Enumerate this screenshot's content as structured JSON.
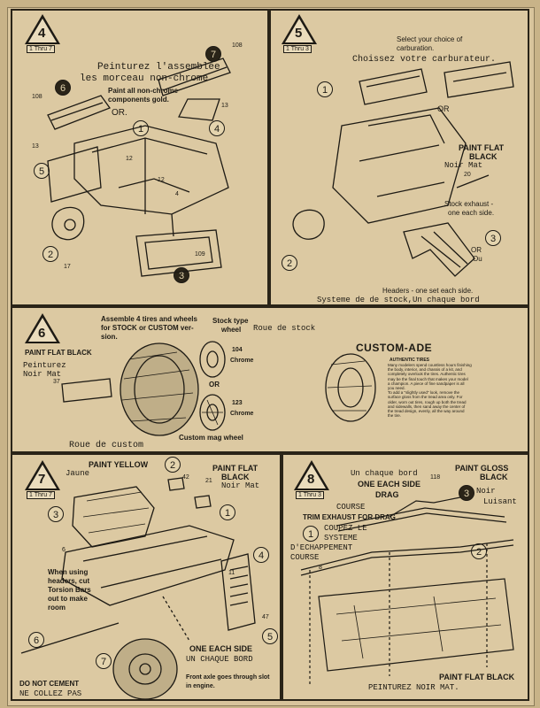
{
  "step4": {
    "num": "4",
    "range": "1 Thru 7",
    "fr1": "Peinturez l'assemblee",
    "fr2": "les morceau non-chrome",
    "en1": "Paint all non-chrome",
    "en2": "components gold.",
    "or": "OR.",
    "callouts": [
      "6",
      "7",
      "1",
      "4",
      "5",
      "2",
      "3"
    ],
    "parts": [
      "108",
      "108",
      "13",
      "13",
      "12",
      "12",
      "4",
      "17",
      "109"
    ]
  },
  "step5": {
    "num": "5",
    "range": "1 Thru 3",
    "en1": "Select your choice of",
    "en2": "carburation.",
    "fr1": "Choissez votre carburateur.",
    "or": "OR",
    "paint1": "PAINT FLAT",
    "paint2": "BLACK",
    "paint_fr": "Noir Mat",
    "part20": "20",
    "exhaust1": "Stock exhaust -",
    "exhaust2": "one each side.",
    "or2": "OR",
    "ou": "Ou",
    "headers": "Headers - one set each side.",
    "fr2": "Systeme de de stock,Un chaque bord",
    "callouts": [
      "1",
      "2",
      "3"
    ]
  },
  "step6": {
    "num": "6",
    "assemble1": "Assemble 4 tires and wheels",
    "assemble2": "for STOCK or CUSTOM ver-",
    "assemble3": "sion.",
    "paint": "PAINT FLAT BLACK",
    "fr_paint1": "Peinturez",
    "fr_paint2": "Noir Mat",
    "part37": "37",
    "stock1": "Stock type",
    "stock2": "wheel",
    "stock_fr": "Roue de stock",
    "part104": "104",
    "chrome1": "Chrome",
    "or": "OR",
    "part123": "123",
    "chrome2": "Chrome",
    "mag": "Custom mag wheel",
    "custom_fr": "Roue de custom",
    "ade_title": "CUSTOM-ADE",
    "ade_sub": "AUTHENTIC TIRES",
    "ade_body": [
      "Many modelers spend countless hours finishing",
      "the body, interior, and chassis of a kit, and",
      "completely overlook the tires. Authentic tires",
      "may be the final touch that makes your model",
      "a champion. A piece of fine sandpaper is all",
      "you need.",
      "To add a \"slightly used\" look, remove the",
      "surface gloss from the tread area only. For",
      "older, worn out tires, rough up both the tread",
      "and sidewalls, then sand away the center of",
      "the tread design, evenly, all the way around",
      "the tire."
    ]
  },
  "step7": {
    "num": "7",
    "range": "1 Thru 7",
    "paint_yellow": "PAINT YELLOW",
    "jaune": "Jaune",
    "paint_flat1": "PAINT FLAT",
    "paint_flat2": "BLACK",
    "noir": "Noir Mat",
    "p42": "42",
    "p21": "21",
    "p6": "6",
    "p11": "11",
    "p47": "47",
    "warn": [
      "When using",
      "headers, cut",
      "Torsion Bars",
      "out to make",
      "room"
    ],
    "one_each": "ONE EACH SIDE",
    "un_chaque": "UN CHAQUE BORD",
    "front1": "Front axle goes through slot",
    "front2": "in engine.",
    "dnc": "DO NOT CEMENT",
    "ncp": "NE COLLEZ PAS",
    "callouts": [
      "2",
      "3",
      "1",
      "4",
      "5",
      "6",
      "7"
    ]
  },
  "step8": {
    "num": "8",
    "range": "1 Thru 3",
    "fr1": "Un chaque bord",
    "one_each": "ONE EACH SIDE",
    "drag": "DRAG",
    "p118": "118",
    "gloss1": "PAINT GLOSS",
    "gloss2": "BLACK",
    "noir1": "Noir",
    "noir2": "Luisant",
    "course": "COURSE",
    "trim": "TRIM EXHAUST FOR DRAG",
    "fr_trim": [
      "COUPEZ LE",
      "SYSTEME",
      "D'ECHAPPEMENT",
      "COURSE"
    ],
    "p8": "8",
    "paint_flat": "PAINT FLAT BLACK",
    "fr_flat": "PEINTUREZ NOIR MAT.",
    "callouts": [
      "1",
      "2",
      "3"
    ]
  }
}
